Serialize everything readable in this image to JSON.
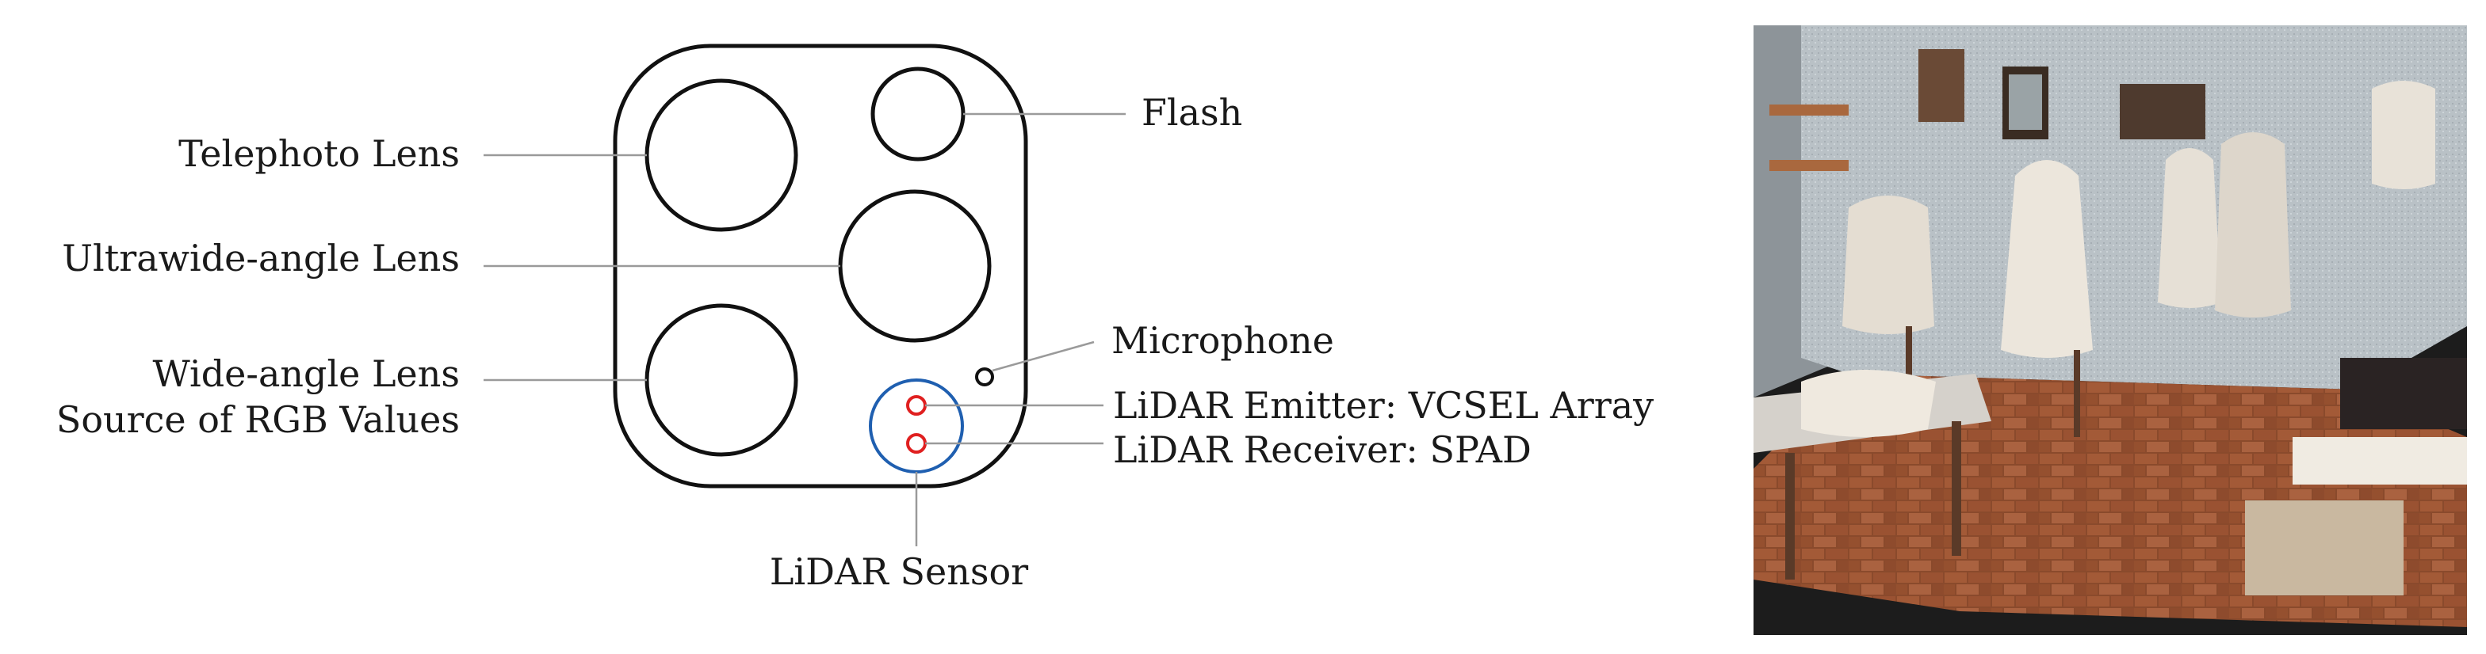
{
  "labels": {
    "telephoto": "Telephoto Lens",
    "ultrawide": "Ultrawide-angle Lens",
    "wide": "Wide-angle Lens",
    "rgb_source": "Source of RGB Values",
    "flash": "Flash",
    "microphone": "Microphone",
    "lidar_emitter": "LiDAR Emitter:  VCSEL Array",
    "lidar_receiver": "LiDAR Receiver:  SPAD",
    "lidar_sensor": "LiDAR Sensor"
  },
  "colors": {
    "outline": "#111111",
    "leader_line": "#9a9a9a",
    "lidar_ring": "#1f5fb0",
    "lidar_dots": "#e02020"
  }
}
